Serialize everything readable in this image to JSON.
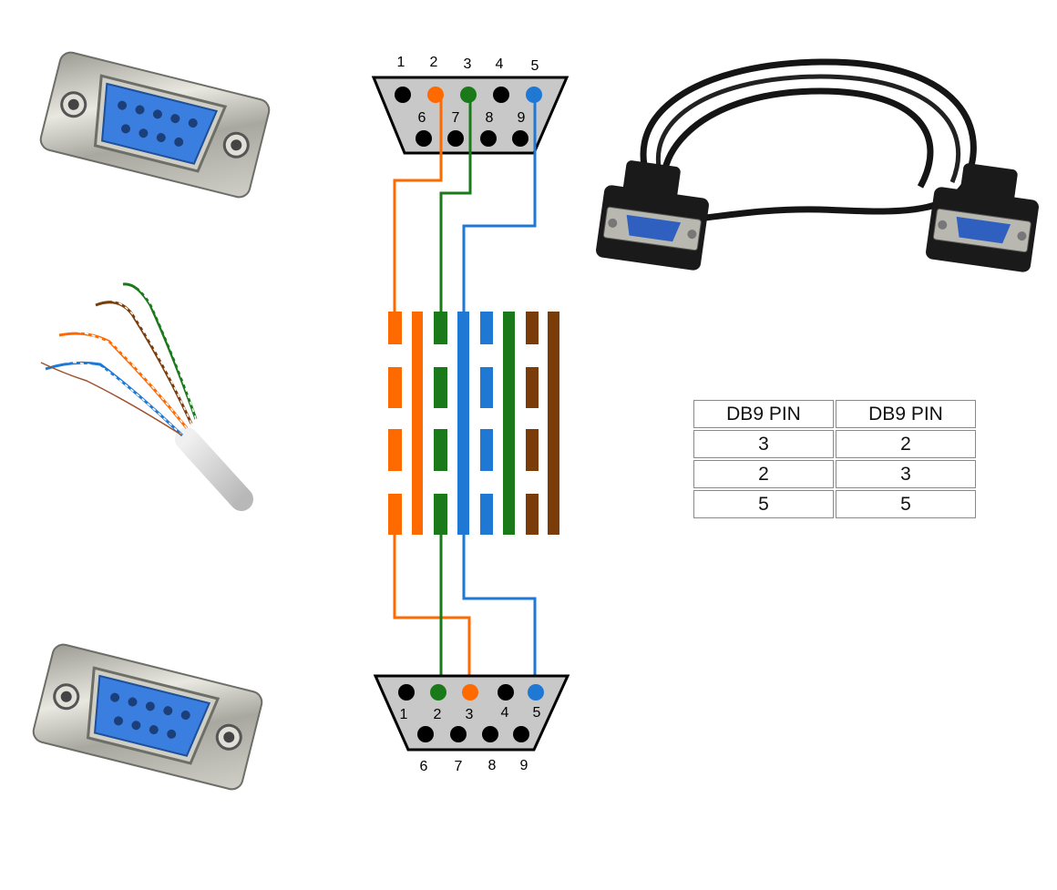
{
  "top_connector": {
    "row1_pins": [
      "1",
      "2",
      "3",
      "4",
      "5"
    ],
    "row2_pins": [
      "6",
      "7",
      "8",
      "9"
    ]
  },
  "bottom_connector": {
    "row1_pins": [
      "1",
      "2",
      "3",
      "4",
      "5"
    ],
    "row2_pins": [
      "6",
      "7",
      "8",
      "9"
    ]
  },
  "wire_colors": {
    "orange": "#ff6a00",
    "green": "#1a7a1a",
    "blue": "#1e78d4",
    "brown": "#7a3d0a"
  },
  "connections": [
    {
      "color": "orange",
      "from_pin": "2",
      "to_pin": "3"
    },
    {
      "color": "green",
      "from_pin": "3",
      "to_pin": "2"
    },
    {
      "color": "blue",
      "from_pin": "5",
      "to_pin": "5"
    }
  ],
  "pin_table": {
    "headers": [
      "DB9 PIN",
      "DB9 PIN"
    ],
    "rows": [
      [
        "3",
        "2"
      ],
      [
        "2",
        "3"
      ],
      [
        "5",
        "5"
      ]
    ]
  }
}
